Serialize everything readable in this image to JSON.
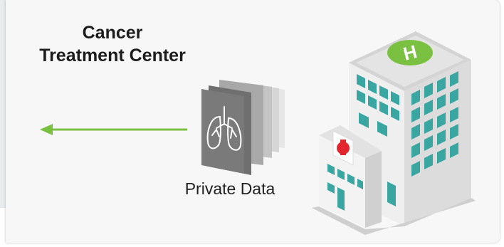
{
  "title": {
    "line1": "Cancer",
    "line2": "Treatment Center"
  },
  "caption": "Private Data",
  "colors": {
    "arrow": "#7ac142",
    "helipad": "#7ac142",
    "cross": "#e3262e",
    "window": "#3aa6a2",
    "scan": "#6f6f6f"
  },
  "icons": [
    "left-arrow-icon",
    "lung-scan-icon",
    "hospital-icon",
    "helipad-icon",
    "medical-cross-icon"
  ]
}
